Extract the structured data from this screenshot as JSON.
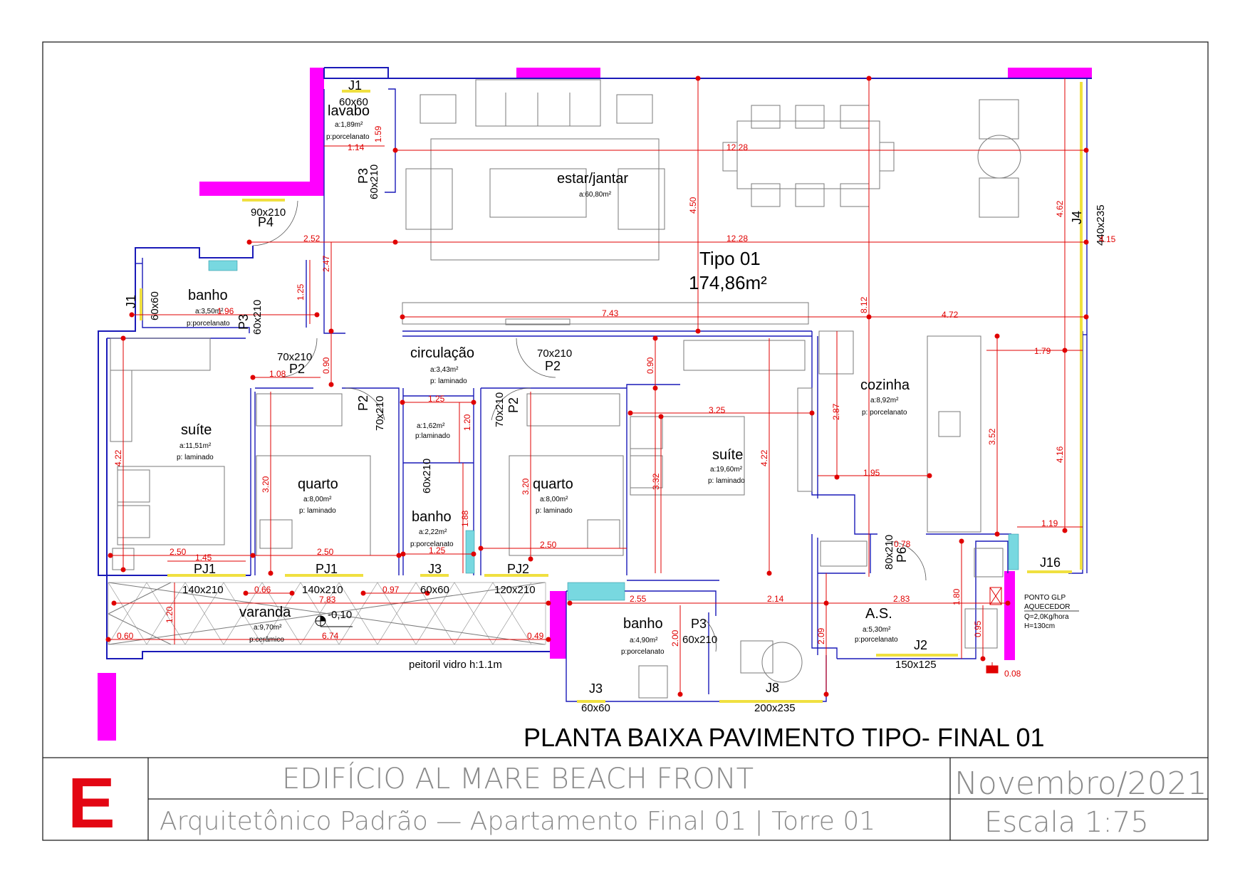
{
  "plan": {
    "title": "PLANTA BAIXA PAVIMENTO TIPO- FINAL 01",
    "tipo_label": "Tipo 01",
    "tipo_area": "174,86m²",
    "level_mark": "-0,10",
    "peitoril": "peitoril  vidro  h:1.1m"
  },
  "rooms": {
    "lavabo": {
      "name": "lavabo",
      "area": "a:1,89m²",
      "floor": "p:porcelanato"
    },
    "estar": {
      "name": "estar/jantar",
      "area": "a:60,80m²"
    },
    "banho1": {
      "name": "banho",
      "area": "a:3,50m²",
      "floor": "p:porcelanato"
    },
    "circulacao": {
      "name": "circulação",
      "area": "a:3,43m²",
      "floor": "p: laminado"
    },
    "cozinha": {
      "name": "cozinha",
      "area": "a:8,92m²",
      "floor": "p: porcelanato"
    },
    "suite1": {
      "name": "suíte",
      "area": "a:11,51m²",
      "floor": "p: laminado"
    },
    "quarto1": {
      "name": "quarto",
      "area": "a:8,00m²",
      "floor": "p: laminado"
    },
    "banho2": {
      "name": "banho",
      "area": "a:2,22m²",
      "floor": "p:porcelanato"
    },
    "closet": {
      "area": "a:1,62m²",
      "floor": "p:laminado"
    },
    "quarto2": {
      "name": "quarto",
      "area": "a:8,00m²",
      "floor": "p: laminado"
    },
    "suite2": {
      "name": "suíte",
      "area": "a:19,60m²",
      "floor": "p: laminado"
    },
    "varanda": {
      "name": "varanda",
      "area": "a:9,70m²",
      "floor": "p:cerâmico"
    },
    "banho3": {
      "name": "banho",
      "area": "a:4,90m²",
      "floor": "p:porcelanato"
    },
    "as": {
      "name": "A.S.",
      "area": "a:5,30m²",
      "floor": "p:porcelanato"
    }
  },
  "openings": {
    "j1_top": "J1",
    "j1_top_size": "60x60",
    "p3_lav": "P3",
    "p3_lav_size": "60x210",
    "p4": "P4",
    "p4_size": "90x210",
    "j1_left": "J1",
    "j1_left_size": "60x60",
    "p3_banho": "P3",
    "p3_banho_size": "60x210",
    "p2_a": "P2",
    "p2_a_size": "70x210",
    "p2_b": "P2",
    "p2_b_size": "70x210",
    "p2_c": "P2",
    "p2_c_size": "70x210",
    "p2_d": "P2",
    "p2_d_size": "70x210",
    "banho2_door_size": "60x210",
    "j4": "J4",
    "j4_size": "440x235",
    "pj1_a": "PJ1",
    "pj1_a_size": "140x210",
    "pj1_b": "PJ1",
    "pj1_b_size": "140x210",
    "j3_a": "J3",
    "j3_a_size": "60x60",
    "pj2": "PJ2",
    "pj2_size": "120x210",
    "p3_b3": "P3",
    "p3_b3_size": "60x210",
    "j3_b": "J3",
    "j3_b_size": "60x60",
    "j8": "J8",
    "j8_size": "200x235",
    "p6": "P6",
    "p6_size": "80x210",
    "j2": "J2",
    "j2_size": "150x125",
    "j16": "J16"
  },
  "notes": {
    "glp_1": "PONTO GLP",
    "glp_2": "AQUECEDOR",
    "glp_3": "Q=2,0Kg/hora",
    "glp_4": "H=130cm"
  },
  "dims": {
    "d_1228a": "12.28",
    "d_1228b": "12.28",
    "d_114": "1.14",
    "d_159": "1.59",
    "d_450": "4.50",
    "d_462": "4.62",
    "d_415": "4.15",
    "d_252": "2.52",
    "d_247": "2.47",
    "d_125v": "1.25",
    "d_196": "1.96",
    "d_743": "7.43",
    "d_472": "4.72",
    "d_812": "8.12",
    "d_090a": "0.90",
    "d_108": "1.08",
    "d_090b": "0.90",
    "d_125h": "1.25",
    "d_120": "1.20",
    "d_287": "2.87",
    "d_179": "1.79",
    "d_325": "3.25",
    "d_422a": "4.22",
    "d_320a": "3.20",
    "d_320b": "3.20",
    "d_332": "3.32",
    "d_422b": "4.22",
    "d_195": "1.95",
    "d_352": "3.52",
    "d_416": "4.16",
    "d_119": "1.19",
    "d_188": "1.88",
    "d_250a": "2.50",
    "d_145": "1.45",
    "d_250b": "2.50",
    "d_125c": "1.25",
    "d_250c": "2.50",
    "d_078": "0.78",
    "d_066": "0.66",
    "d_783": "7.83",
    "d_097": "0.97",
    "d_120v": "1.20",
    "d_060": "0.60",
    "d_674": "6.74",
    "d_049": "0.49",
    "d_255": "2.55",
    "d_214": "2.14",
    "d_283": "2.83",
    "d_180": "1.80",
    "d_095": "0.95",
    "d_200": "2.00",
    "d_209": "2.09",
    "d_008": "0.08"
  },
  "titleblock": {
    "logo": "E",
    "project": "EDIFÍCIO AL MARE BEACH FRONT",
    "subtitle": "Arquitetônico Padrão — Apartamento Final 01 | Torre 01",
    "date": "Novembro/2021",
    "scale": "Escala 1:75"
  },
  "colors": {
    "wall": "#1a1ab8",
    "dimension": "#e00000",
    "structure": "#ff00ff",
    "frame": "#f0e040",
    "wet_fixture": "#78d8e0",
    "logo": "#e30613"
  }
}
